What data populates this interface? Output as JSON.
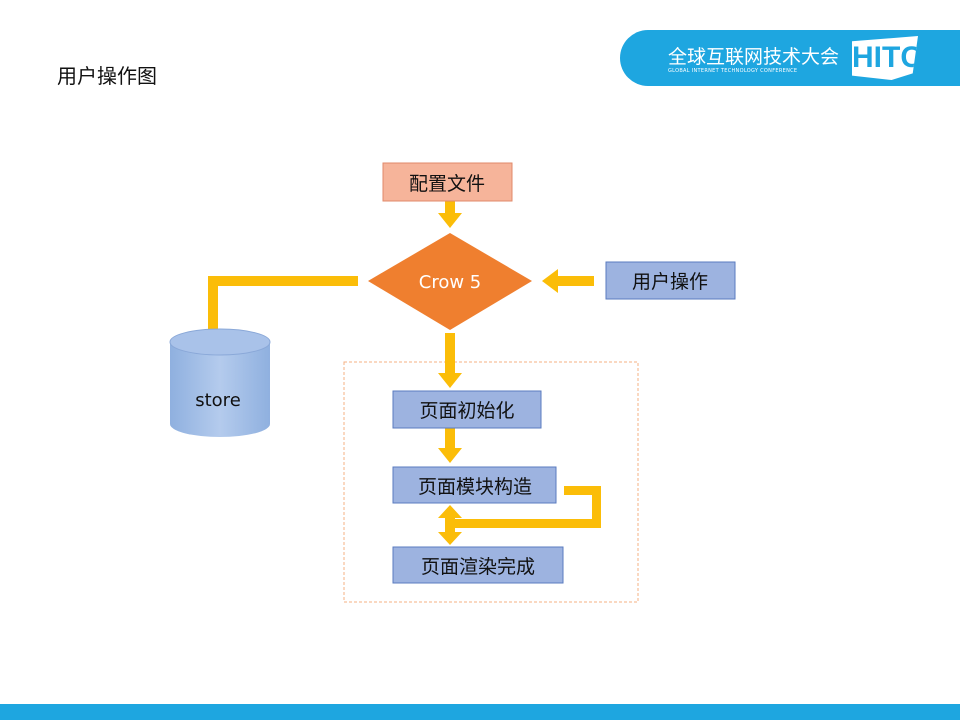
{
  "slide_title": "用户操作图",
  "logo": {
    "cn": "全球互联网技术大会",
    "en": "GLOBAL INTERNET TECHNOLOGY CONFERENCE",
    "mark": "HITC"
  },
  "diagram": {
    "config_file": "配置文件",
    "core": "Crow 5",
    "user_action": "用户操作",
    "store": "store",
    "steps": [
      "页面初始化",
      "页面模块构造",
      "页面渲染完成"
    ]
  },
  "colors": {
    "arrow": "#fbbd08",
    "diamond": "#ef7f2f",
    "config_box": "#f6b49a",
    "blue_box": "#9db3e0",
    "brand": "#1ea6e0"
  }
}
